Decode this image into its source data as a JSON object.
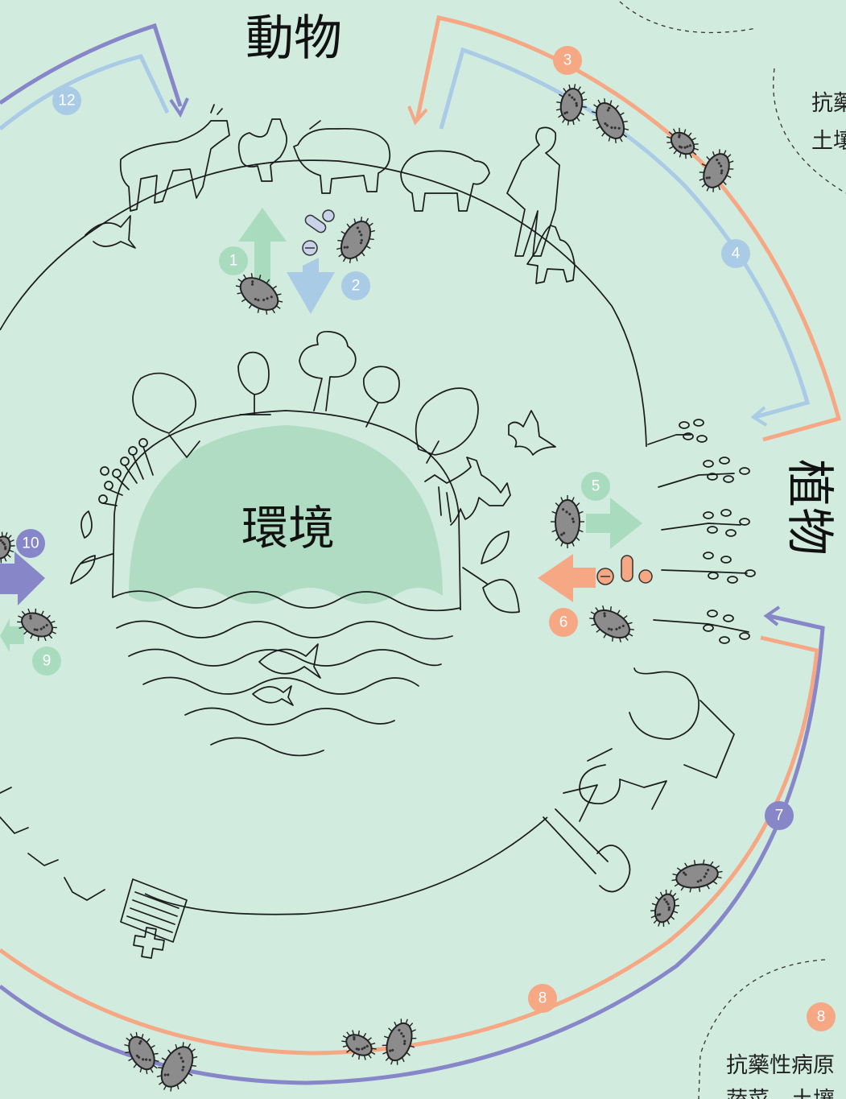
{
  "labels": {
    "animals": "動物",
    "plants": "植物",
    "environment": "環境"
  },
  "side_notes": {
    "top_right_line1": "抗藥",
    "top_right_line2": "土壤",
    "bottom_right_number": "8",
    "bottom_right_line1": "抗藥性病原",
    "bottom_right_line2": "蔬菜、土壤"
  },
  "pathway_numbers": [
    "1",
    "2",
    "3",
    "4",
    "5",
    "6",
    "7",
    "8",
    "9",
    "10",
    "12",
    "8"
  ],
  "colors": {
    "background": "#d1ebdf",
    "salmon": "#f6a783",
    "purple": "#8686c8",
    "light_blue": "#a9cbe6",
    "mint": "#a9dcbf",
    "bacteria": "#8c8c8c"
  }
}
